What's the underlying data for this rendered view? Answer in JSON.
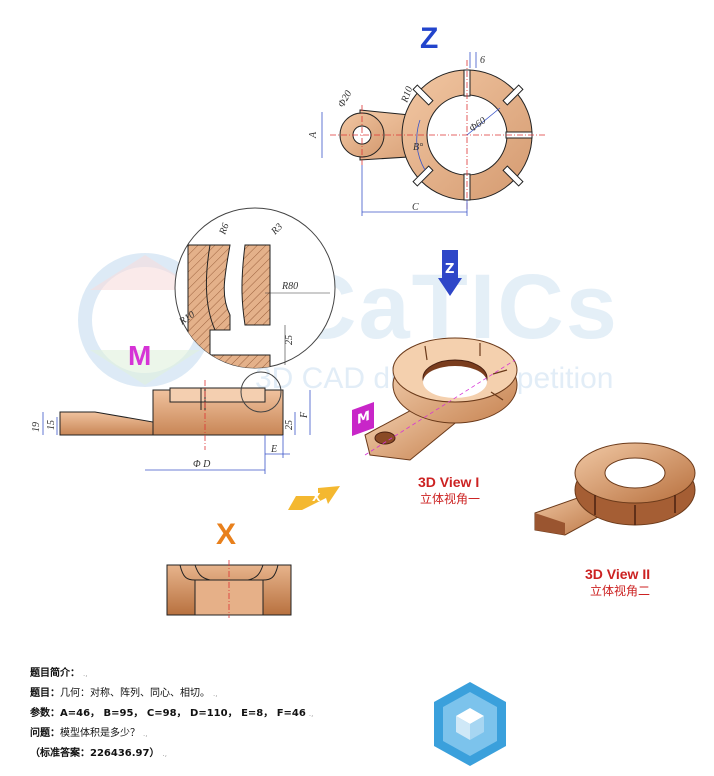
{
  "views": {
    "top_letter": "Z",
    "side_letter": "M",
    "front_letter": "X",
    "badge_z": "Z",
    "badge_m": "M",
    "badge_x": "X"
  },
  "dims": {
    "six": "6",
    "phi20": "Φ20",
    "r10_top": "R10",
    "a": "A",
    "phi60": "Φ60",
    "b": "B°",
    "c": "C",
    "r6": "R6",
    "r3": "R3",
    "r80": "R80",
    "r10_detail": "R10",
    "d25_detail": "25",
    "d19": "19",
    "d15": "15",
    "d25": "25",
    "f": "F",
    "phid": "Φ D",
    "e": "E"
  },
  "watermark": {
    "brand": "CaTICs",
    "sub": "3D CAD digital competition"
  },
  "labels": {
    "view1_en": "3D View I",
    "view1_cn": "立体视角一",
    "view2_en": "3D View II",
    "view2_cn": "立体视角二"
  },
  "info": {
    "intro_label": "题目简介：",
    "topic_label": "题目：",
    "topic_value": "几何：对称、阵列、同心、相切。",
    "params_label": "参数：",
    "params_value": "A=46， B=95， C=98， D=110， E=8， F=46",
    "question_label": "问题：",
    "question_value": "模型体积是多少？",
    "answer": "（标准答案：226436.97）"
  },
  "colors": {
    "bronze": "#d9a27a",
    "bronze_dark": "#a8643a",
    "dim_blue": "#3b55c8",
    "z_blue": "#2244cc",
    "m_magenta": "#d633d6",
    "x_orange": "#e8801c",
    "red_label": "#cc2222",
    "logo_blue": "#3aa0dc"
  }
}
